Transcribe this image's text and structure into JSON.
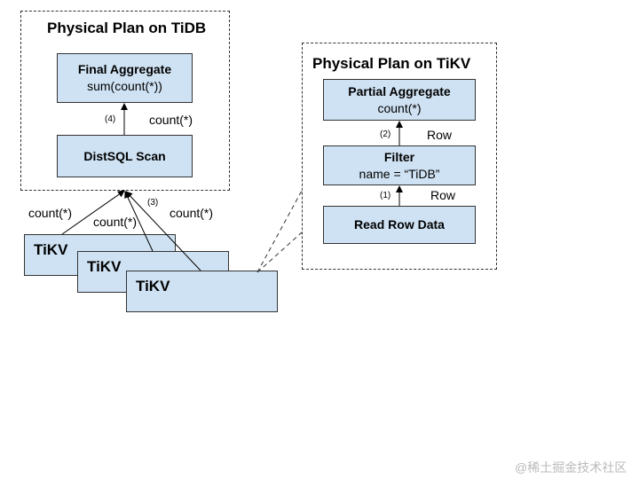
{
  "tidb_plan": {
    "title": "Physical Plan on TiDB",
    "final_aggregate": {
      "name": "Final Aggregate",
      "expr": "sum(count(*))"
    },
    "distsql_scan": {
      "name": "DistSQL Scan"
    },
    "step_4": "(4)",
    "edge_label": "count(*)"
  },
  "tikv_plan": {
    "title": "Physical Plan on TiKV",
    "partial_aggregate": {
      "name": "Partial Aggregate",
      "expr": "count(*)"
    },
    "filter": {
      "name": "Filter",
      "expr": "name = “TiDB”"
    },
    "read_row_data": {
      "name": "Read Row Data"
    },
    "step_1": "(1)",
    "step_2": "(2)",
    "edge_label_1": "Row",
    "edge_label_2": "Row"
  },
  "tikv_nodes": [
    {
      "label": "TiKV"
    },
    {
      "label": "TiKV"
    },
    {
      "label": "TiKV"
    }
  ],
  "tikv_edges": {
    "label_1": "count(*)",
    "label_2": "count(*)",
    "label_3": "count(*)",
    "step_3": "(3)"
  },
  "watermark": "@稀土掘金技术社区"
}
